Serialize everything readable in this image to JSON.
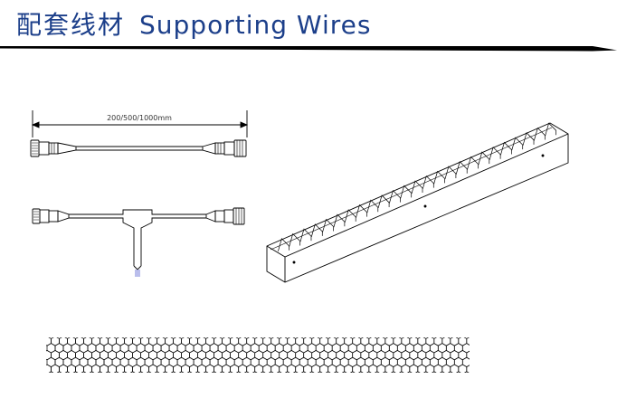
{
  "header": {
    "title_zh": "配套线材",
    "title_en": "Supporting Wires",
    "accent_color": "#1c3f8a"
  },
  "figures": {
    "cable_length_label": "200/500/1000mm",
    "items": [
      {
        "name": "extension-cable",
        "icon": "straight-cable-with-connectors"
      },
      {
        "name": "t-splitter-cable",
        "icon": "t-junction-cable"
      },
      {
        "name": "mounting-channel",
        "icon": "aluminium-channel-with-clips"
      },
      {
        "name": "honeycomb-louver",
        "icon": "hexagonal-mesh-strip"
      }
    ]
  }
}
